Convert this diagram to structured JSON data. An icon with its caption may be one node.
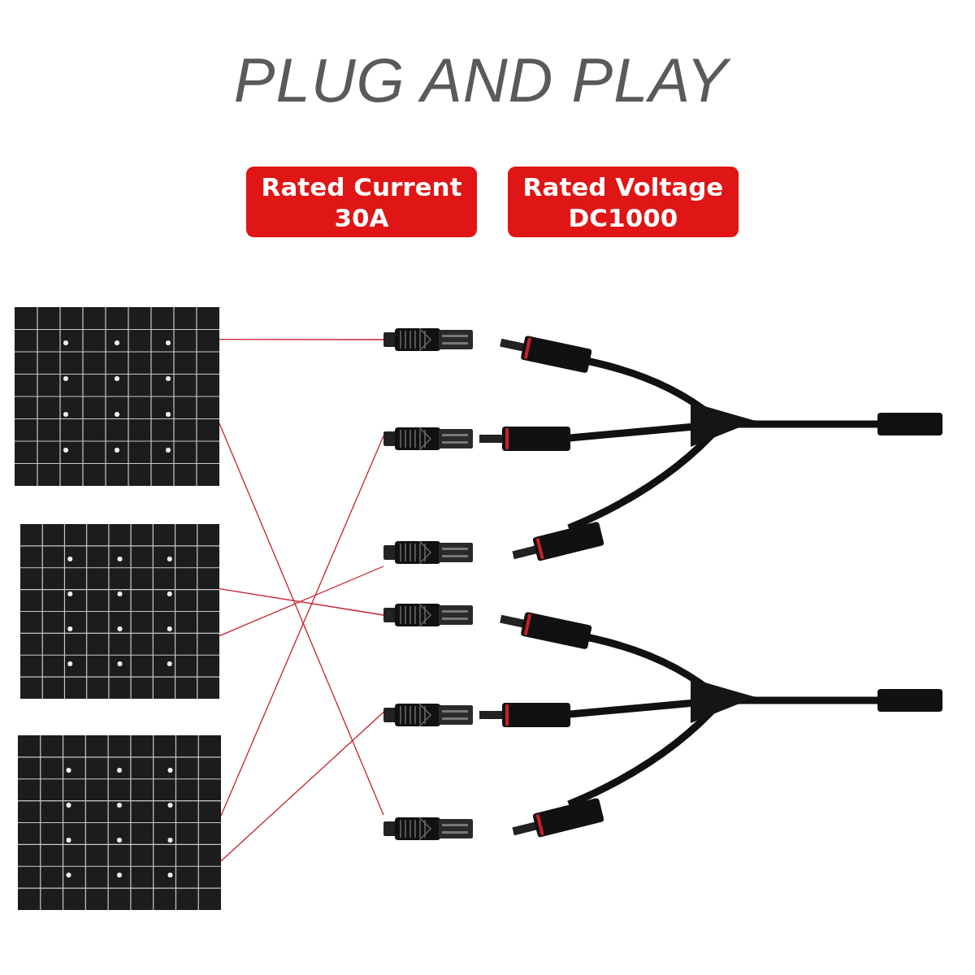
{
  "diagram": {
    "title": "PLUG AND PLAY",
    "nodes": [
      {
        "text": [
          "Rated Current",
          "30A"
        ]
      },
      {
        "text": [
          "Rated Voltage",
          "DC1000"
        ]
      },
      {
        "text": [],
        "shape": "picture"
      },
      {
        "text": [],
        "shape": "picture"
      },
      {
        "text": [],
        "shape": "picture"
      },
      {
        "text": [],
        "shape": "picture"
      },
      {
        "text": [],
        "shape": "picture"
      },
      {
        "text": [],
        "shape": "picture"
      },
      {
        "text": [],
        "shape": "picture"
      },
      {
        "text": [],
        "shape": "picture"
      },
      {
        "text": [],
        "shape": "picture"
      }
    ],
    "edges": [
      {
        "from": 2,
        "to": 5,
        "arrow": "none"
      },
      {
        "from": 2,
        "to": 10,
        "arrow": "none"
      },
      {
        "from": 6,
        "to": 4,
        "arrow": "none"
      },
      {
        "from": 3,
        "to": 8,
        "arrow": "none"
      },
      {
        "from": 3,
        "to": 7,
        "arrow": "none"
      },
      {
        "from": 4,
        "to": 9,
        "arrow": "none"
      }
    ]
  }
}
